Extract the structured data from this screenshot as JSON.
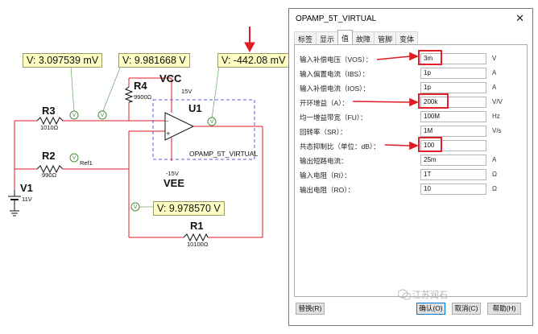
{
  "schematic": {
    "probes": {
      "p1": "V: 3.097539 mV",
      "p2": "V: 9.981668 V",
      "p3": "V: -442.08 mV",
      "p4": "V: 9.978570 V"
    },
    "components": {
      "r4_name": "R4",
      "r4_value": "9900Ω",
      "r3_name": "R3",
      "r3_value": "1010Ω",
      "r2_name": "R2",
      "r2_value": "990Ω",
      "r1_name": "R1",
      "r1_value": "10100Ω",
      "v1_name": "V1",
      "v1_value": "11V",
      "u1_name": "U1",
      "u1_part": "OPAMP_5T_VIRTUAL",
      "vcc_label": "VCC",
      "vcc_value": "15V",
      "vee_label": "VEE",
      "vee_value": "-15V",
      "ref_label": "Ref1",
      "probe_marker": "V"
    }
  },
  "dialog": {
    "title": "OPAMP_5T_VIRTUAL",
    "close_glyph": "✕",
    "tabs": [
      {
        "label": "标签"
      },
      {
        "label": "显示"
      },
      {
        "label": "值"
      },
      {
        "label": "故障"
      },
      {
        "label": "管脚"
      },
      {
        "label": "变体"
      }
    ],
    "params": [
      {
        "label": "输入补偿电压（VOS）：",
        "value": "3m",
        "unit": "V"
      },
      {
        "label": "输入偏置电流（IBS）：",
        "value": "1p",
        "unit": "A"
      },
      {
        "label": "输入补偿电流（IOS）：",
        "value": "1p",
        "unit": "A"
      },
      {
        "label": "开环增益（A）：",
        "value": "200k",
        "unit": "V/V"
      },
      {
        "label": "均一增益带宽（FU）：",
        "value": "100M",
        "unit": "Hz"
      },
      {
        "label": "回转率（SR）：",
        "value": "1M",
        "unit": "V/s"
      },
      {
        "label": "共态抑制比（单位：dB）：",
        "value": "100",
        "unit": ""
      },
      {
        "label": "输出短路电流：",
        "value": "25m",
        "unit": "A"
      },
      {
        "label": "输入电阻（RI）：",
        "value": "1T",
        "unit": "Ω"
      },
      {
        "label": "输出电阻（RO）：",
        "value": "10",
        "unit": "Ω"
      }
    ],
    "buttons": {
      "replace": "替换(R)",
      "ok": "确认(O)",
      "cancel": "取消(C)",
      "help": "帮助(H)"
    }
  },
  "watermark": "江苏润石"
}
